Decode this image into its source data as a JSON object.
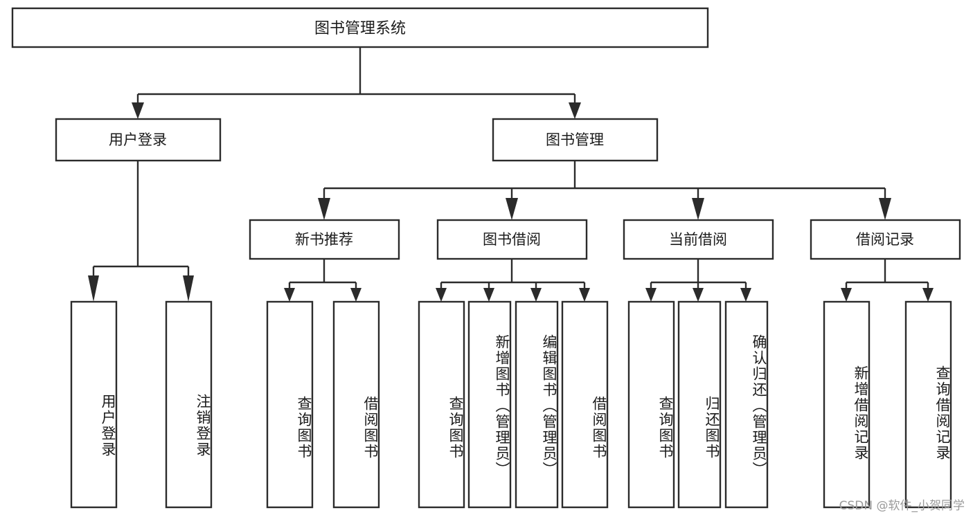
{
  "diagram": {
    "type": "tree",
    "title": "图书管理系统",
    "watermark": "CSDN @软件_小贺同学",
    "root": {
      "id": "root",
      "label": "图书管理系统"
    },
    "level2": [
      {
        "id": "user-login",
        "label": "用户登录"
      },
      {
        "id": "book-manage",
        "label": "图书管理"
      }
    ],
    "level3": [
      {
        "id": "new-book-rec",
        "label": "新书推荐",
        "parent": "book-manage"
      },
      {
        "id": "book-borrow",
        "label": "图书借阅",
        "parent": "book-manage"
      },
      {
        "id": "current-borrow",
        "label": "当前借阅",
        "parent": "book-manage"
      },
      {
        "id": "borrow-record",
        "label": "借阅记录",
        "parent": "book-manage"
      }
    ],
    "leaves": [
      {
        "id": "leaf-user-login",
        "label": "用户登录",
        "parent": "user-login"
      },
      {
        "id": "leaf-logout",
        "label": "注销登录",
        "parent": "user-login"
      },
      {
        "id": "leaf-query-book-1",
        "label": "查询图书",
        "parent": "new-book-rec"
      },
      {
        "id": "leaf-borrow-book-1",
        "label": "借阅图书",
        "parent": "new-book-rec"
      },
      {
        "id": "leaf-query-book-2",
        "label": "查询图书",
        "parent": "book-borrow"
      },
      {
        "id": "leaf-add-book",
        "label": "新增图书（管理员）",
        "parent": "book-borrow"
      },
      {
        "id": "leaf-edit-book",
        "label": "编辑图书（管理员）",
        "parent": "book-borrow"
      },
      {
        "id": "leaf-borrow-book-2",
        "label": "借阅图书",
        "parent": "book-borrow"
      },
      {
        "id": "leaf-query-book-3",
        "label": "查询图书",
        "parent": "current-borrow"
      },
      {
        "id": "leaf-return-book",
        "label": "归还图书",
        "parent": "current-borrow"
      },
      {
        "id": "leaf-confirm-return",
        "label": "确认归还（管理员）",
        "parent": "current-borrow"
      },
      {
        "id": "leaf-add-record",
        "label": "新增借阅记录",
        "parent": "borrow-record"
      },
      {
        "id": "leaf-query-record",
        "label": "查询借阅记录",
        "parent": "borrow-record"
      }
    ],
    "colors": {
      "stroke": "#2b2b2b",
      "fill": "#ffffff",
      "text": "#1b1b1b",
      "watermark": "#9a9a9a"
    }
  }
}
